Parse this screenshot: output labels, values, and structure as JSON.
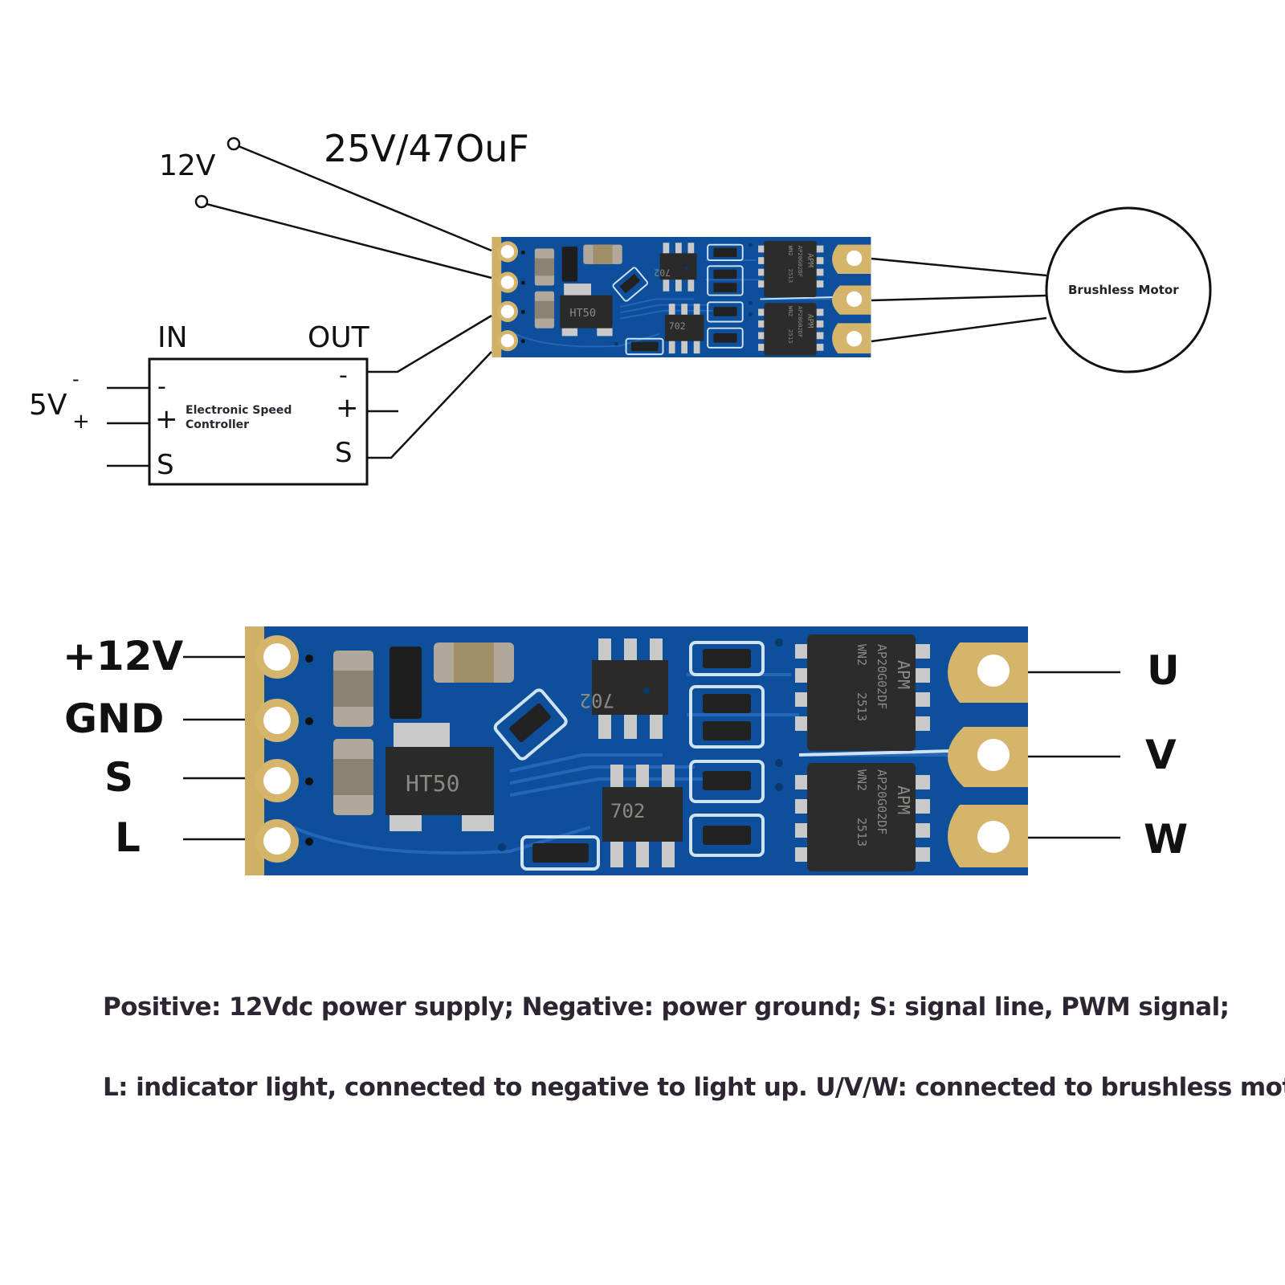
{
  "wiring_diagram": {
    "capacitor_label": "25V/47OuF",
    "supply_label": "12V",
    "esc": {
      "title_line1": "Electronic Speed",
      "title_line2": "Controller",
      "in_label": "IN",
      "out_label": "OUT",
      "in_pins": [
        "-",
        "+",
        "S"
      ],
      "out_pins": [
        "-",
        "+",
        "S"
      ]
    },
    "input_voltage": {
      "label": "5V",
      "minus": "-",
      "plus": "+"
    },
    "motor_label": "Brushless Motor"
  },
  "board": {
    "left_pins": [
      "+12V",
      "GND",
      "S",
      "L"
    ],
    "right_pins": [
      "U",
      "V",
      "W"
    ],
    "chips": {
      "regulator": "HT50",
      "driver": "702",
      "mosfet_brand": "APM",
      "mosfet_part": "AP20G02DF",
      "mosfet_code": "WN2",
      "mosfet_date": "2513"
    },
    "colors": {
      "pcb": "#0e4f9c",
      "pad": "#d8b66a",
      "chip": "#2a2a2a"
    }
  },
  "description": {
    "line1": "Positive: 12Vdc power supply; Negative: power ground; S: signal line, PWM signal;",
    "line2": "L: indicator light, connected to negative to light up. U/V/W: connected to brushless motor."
  }
}
